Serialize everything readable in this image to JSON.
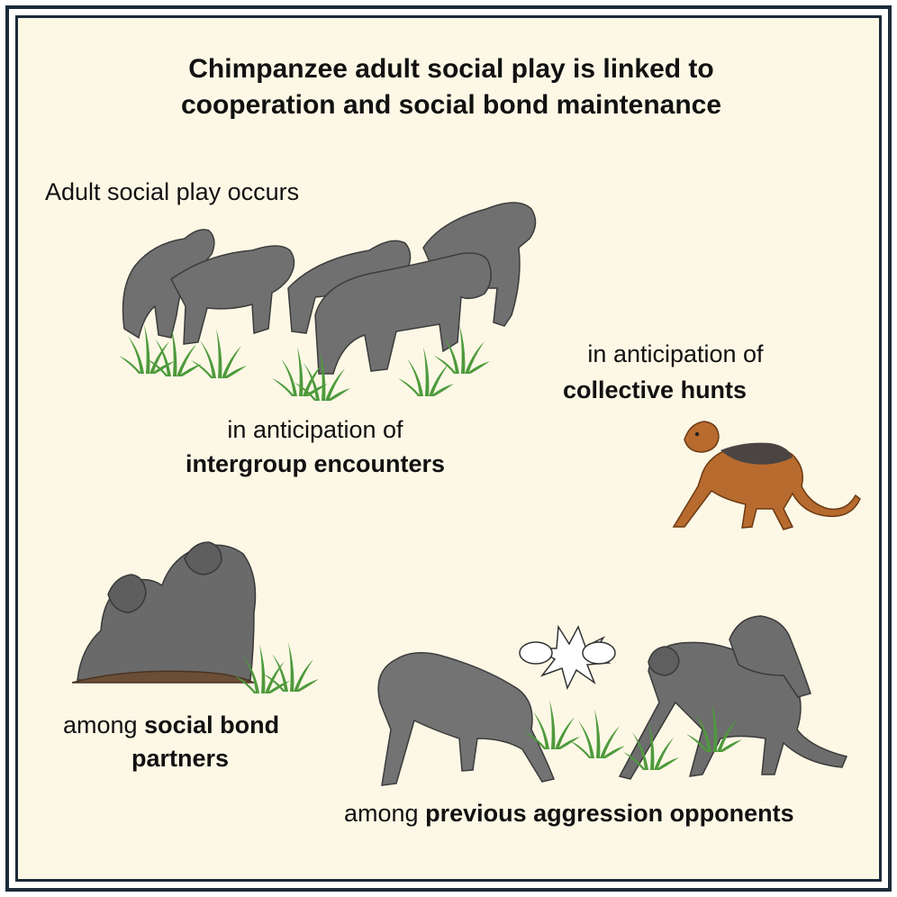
{
  "title": {
    "line1": "Chimpanzee adult social play is linked to",
    "line2": "cooperation and social bond maintenance"
  },
  "intro": "Adult social play occurs",
  "contexts": [
    {
      "pre": "in anticipation of",
      "bold": "intergroup encounters"
    },
    {
      "pre": "in anticipation of",
      "bold": "collective hunts"
    },
    {
      "pre": "among",
      "bold": "social bond",
      "bold2": "partners"
    },
    {
      "pre": "among",
      "bold": "previous aggression opponents"
    }
  ],
  "colors": {
    "background": "#fdf8e6",
    "border": "#1b2b3a",
    "chimp": "#6f6f6f",
    "grass": "#4e9a3c",
    "monkey_red": "#b86b2e",
    "monkey_dark": "#4a4542"
  }
}
